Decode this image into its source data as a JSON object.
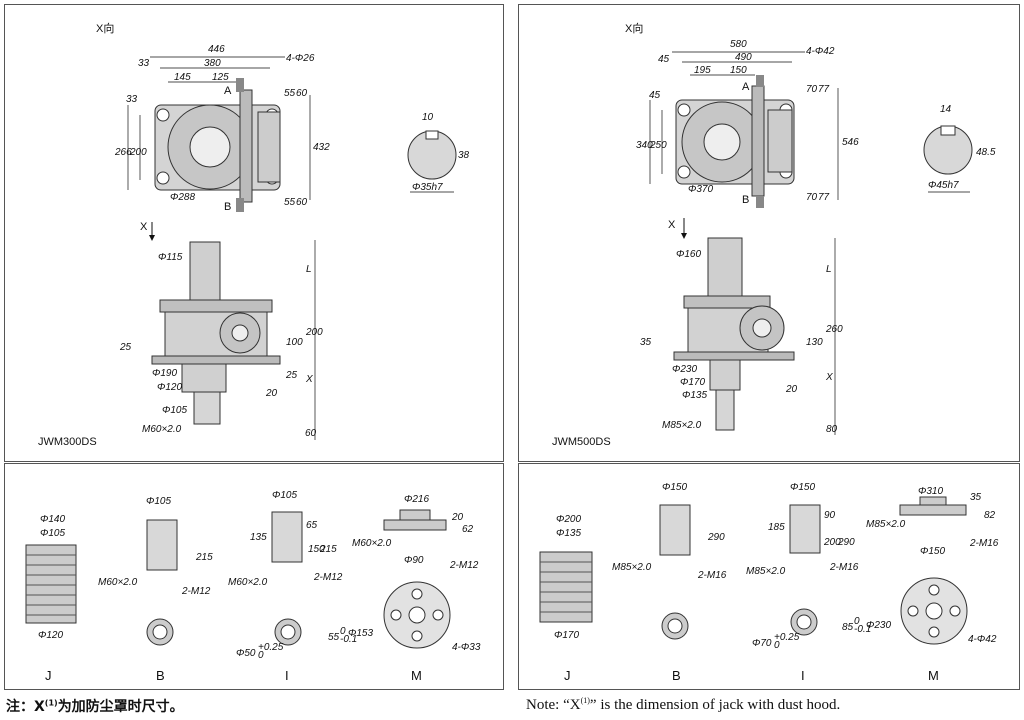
{
  "left": {
    "view_label": "X向",
    "model": "JWM300DS",
    "dims_plan": [
      "446",
      "380",
      "33",
      "145",
      "125",
      "4-Φ26",
      "33",
      "266",
      "200",
      "55",
      "60",
      "432",
      "55",
      "60",
      "Φ288"
    ],
    "plan_letters": [
      "A",
      "B"
    ],
    "shaft_dims": [
      "10",
      "38",
      "Φ35h7"
    ],
    "x_arrow": "X",
    "elev_dims": [
      "Φ115",
      "L",
      "200",
      "100",
      "25",
      "Φ190",
      "Φ120",
      "25",
      "X",
      "20",
      "Φ105",
      "M60×2.0",
      "60"
    ],
    "acc_J": [
      "Φ140",
      "Φ105",
      "Φ120"
    ],
    "acc_B": [
      "Φ105",
      "215",
      "M60×2.0",
      "2-M12"
    ],
    "acc_I": [
      "Φ105",
      "135",
      "65",
      "150",
      "215",
      "M60×2.0",
      "2-M12",
      "Φ50",
      "+0.25",
      "0",
      "55",
      "0",
      "-0.1"
    ],
    "acc_M": [
      "Φ216",
      "20",
      "62",
      "M60×2.0",
      "2-M12",
      "Φ90",
      "Φ153",
      "4-Φ33"
    ],
    "bottom_labels": [
      "J",
      "B",
      "I",
      "M"
    ]
  },
  "right": {
    "view_label": "X向",
    "model": "JWM500DS",
    "dims_plan": [
      "580",
      "490",
      "45",
      "195",
      "150",
      "4-Φ42",
      "45",
      "340",
      "250",
      "70",
      "77",
      "546",
      "70",
      "77",
      "Φ370"
    ],
    "plan_letters": [
      "A",
      "B"
    ],
    "shaft_dims": [
      "14",
      "48.5",
      "Φ45h7"
    ],
    "x_arrow": "X",
    "elev_dims": [
      "Φ160",
      "L",
      "260",
      "130",
      "35",
      "Φ230",
      "Φ170",
      "Φ135",
      "20",
      "X",
      "M85×2.0",
      "80"
    ],
    "acc_J": [
      "Φ200",
      "Φ135",
      "Φ170"
    ],
    "acc_B": [
      "Φ150",
      "290",
      "M85×2.0",
      "2-M16"
    ],
    "acc_I": [
      "Φ150",
      "185",
      "90",
      "200",
      "290",
      "M85×2.0",
      "2-M16",
      "Φ70",
      "+0.25",
      "0",
      "85",
      "0",
      "-0.1"
    ],
    "acc_M": [
      "Φ310",
      "35",
      "82",
      "M85×2.0",
      "2-M16",
      "Φ150",
      "Φ230",
      "4-Φ42"
    ],
    "bottom_labels": [
      "J",
      "B",
      "I",
      "M"
    ]
  },
  "notes": {
    "cn_prefix": "注：X",
    "cn_sup": "(1)",
    "cn_text": "为加防尘罩时尺寸。",
    "en_prefix": "Note: “X",
    "en_sup": "(1)",
    "en_text": "” is the dimension of jack with dust hood."
  }
}
